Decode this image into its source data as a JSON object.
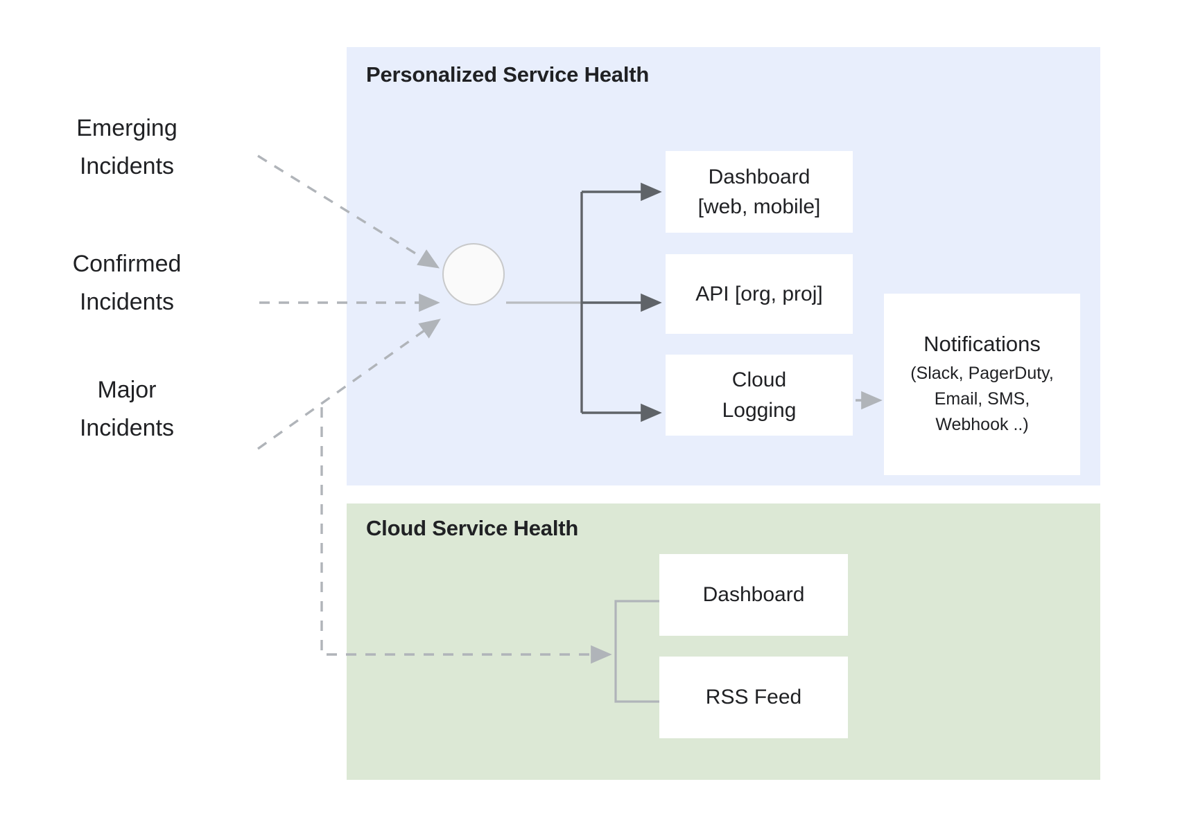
{
  "diagram": {
    "title_implicit": "Service Health architecture",
    "sources": [
      {
        "id": "emerging",
        "label": "Emerging\nIncidents"
      },
      {
        "id": "confirmed",
        "label": "Confirmed\nIncidents"
      },
      {
        "id": "major",
        "label": "Major\nIncidents"
      }
    ],
    "panels": {
      "personalized": {
        "title": "Personalized Service Health",
        "color": "#e8eefc",
        "nodes": [
          {
            "id": "dashboard-web",
            "label": "Dashboard\n[web, mobile]"
          },
          {
            "id": "api",
            "label": "API [org, proj]"
          },
          {
            "id": "cloud-logging",
            "label": "Cloud\nLogging"
          }
        ],
        "notifications": {
          "title": "Notifications",
          "subtitle": "(Slack, PagerDuty,\nEmail, SMS,\nWebhook ..)"
        }
      },
      "cloud": {
        "title": "Cloud Service Health",
        "color": "#dce8d5",
        "nodes": [
          {
            "id": "csh-dashboard",
            "label": "Dashboard"
          },
          {
            "id": "csh-rss",
            "label": "RSS Feed"
          }
        ]
      }
    },
    "colors": {
      "panel_personalized": "#e8eefc",
      "panel_cloud": "#dce8d5",
      "box_fill": "#ffffff",
      "solid_arrow": "#5f6368",
      "dashed_arrow": "#b0b4b9",
      "bracket_gray": "#b0b4b9",
      "node_circle_fill": "#fafafa",
      "node_circle_stroke": "#c8c9ca",
      "text": "#202124"
    },
    "edges": [
      {
        "from": "emerging",
        "to": "hub-node",
        "style": "dashed"
      },
      {
        "from": "confirmed",
        "to": "hub-node",
        "style": "dashed"
      },
      {
        "from": "major",
        "to": "hub-node",
        "style": "dashed"
      },
      {
        "from": "major",
        "to": "cloud-bracket",
        "style": "dashed"
      },
      {
        "from": "hub-node",
        "to": "dashboard-web",
        "style": "solid"
      },
      {
        "from": "hub-node",
        "to": "api",
        "style": "solid"
      },
      {
        "from": "hub-node",
        "to": "cloud-logging",
        "style": "solid"
      },
      {
        "from": "cloud-logging",
        "to": "notifications",
        "style": "solid-light"
      },
      {
        "from": "cloud-bracket",
        "to": "csh-dashboard",
        "style": "bracket"
      },
      {
        "from": "cloud-bracket",
        "to": "csh-rss",
        "style": "bracket"
      }
    ]
  }
}
